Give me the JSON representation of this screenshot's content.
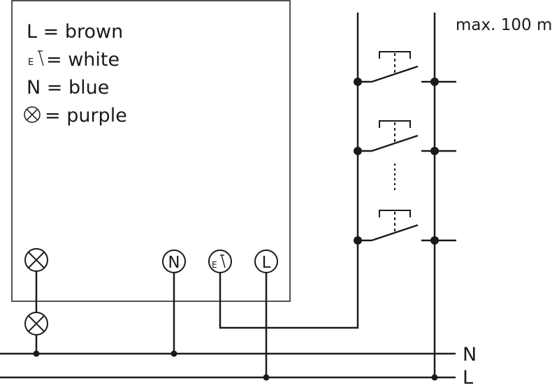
{
  "legend": {
    "l": "L = brown",
    "e": "= white",
    "n": "N = blue",
    "p": "= purple"
  },
  "terminals": {
    "n": "N",
    "l": "L",
    "e": "E"
  },
  "max_length": "max. 100 m",
  "buses": {
    "n": "N",
    "l": "L"
  }
}
